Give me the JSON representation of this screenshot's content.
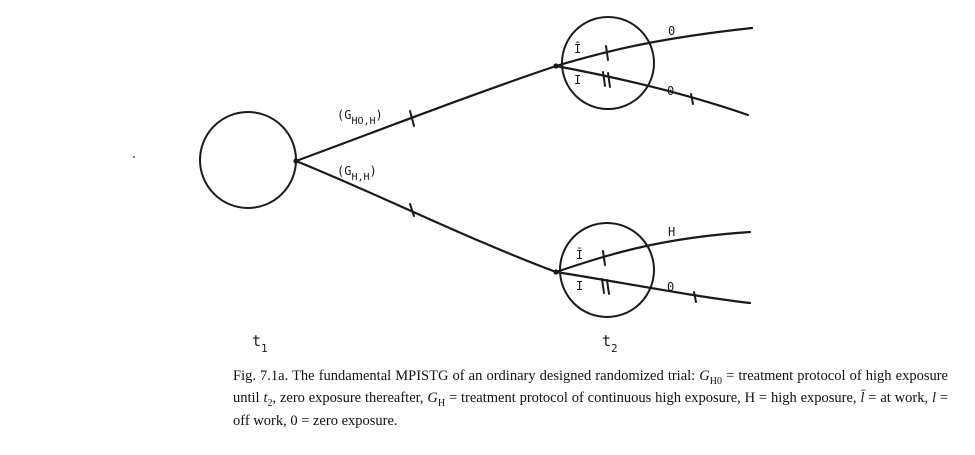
{
  "diagram": {
    "branch_labels": {
      "upper": {
        "open": "(G",
        "sub": "HO,H",
        "close": ")"
      },
      "lower": {
        "open": "(G",
        "sub": "H,H",
        "close": ")"
      }
    },
    "outcome_labels": [
      "0",
      "0",
      "H",
      "0"
    ],
    "time_labels": {
      "t1": {
        "main": "t",
        "sub": "1"
      },
      "t2": {
        "main": "t",
        "sub": "2"
      }
    },
    "bar_symbol": "Ī",
    "plain_symbol": "I"
  },
  "caption": {
    "prefix": "Fig. 7.1a. The fundamental MPISTG of an ordinary designed randomized trial: ",
    "g_sym": "G",
    "g_h0_sub": "H0",
    "part1": " = treatment protocol of high exposure until ",
    "t_sym": "t",
    "t_sub": "2",
    "part2": ", zero exposure thereafter, ",
    "g_h_sub": "H",
    "part3": " = treatment protocol of continuous high exposure, H = high exposure, ",
    "l_bar": "l̄",
    "part4": " = at work, ",
    "l_plain": "l",
    "part5": " = off work, 0 = zero exposure."
  }
}
